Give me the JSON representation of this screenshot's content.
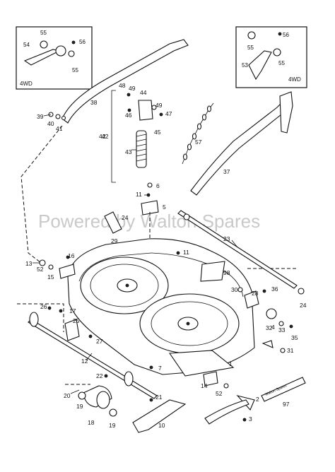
{
  "watermark": "Powered by Walton Spares",
  "insets": {
    "left": {
      "tag": "4WD",
      "labels": [
        "55",
        "56",
        "54",
        "55"
      ]
    },
    "right": {
      "tag": "4WD",
      "labels": [
        "56",
        "55",
        "55",
        "53"
      ]
    }
  },
  "part_labels": [
    "39",
    "40",
    "41",
    "38",
    "42",
    "48",
    "49",
    "44",
    "46",
    "49",
    "47",
    "45",
    "43",
    "57",
    "37",
    "6",
    "11",
    "5",
    "24",
    "29",
    "23",
    "13",
    "52",
    "16",
    "15",
    "11",
    "98",
    "30",
    "28",
    "36",
    "24",
    "26",
    "17",
    "25",
    "27",
    "32",
    "33",
    "4",
    "35",
    "31",
    "12",
    "22",
    "7",
    "1",
    "20",
    "14",
    "52",
    "21",
    "19",
    "18",
    "19",
    "10",
    "2",
    "3",
    "97"
  ],
  "bracket_label": "42",
  "decal_text": "Walton Spares"
}
